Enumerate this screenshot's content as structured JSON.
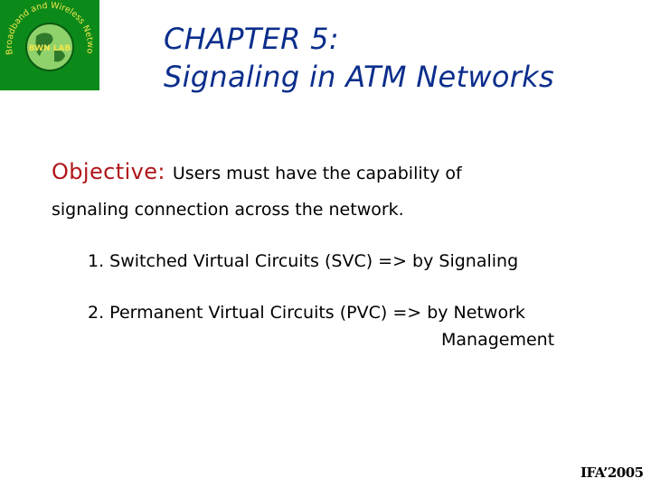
{
  "logo": {
    "arc_text": "Broadband and Wireless Networking Laboratory",
    "center_text": "BWN LAB",
    "bg_color": "#0b8a1a"
  },
  "title": {
    "line1": "CHAPTER 5:",
    "line2": "Signaling in ATM Networks",
    "color": "#0b2e8c"
  },
  "objective": {
    "label": "Objective:",
    "text": "Users must have the capability of",
    "continuation": "signaling connection across the network.",
    "label_color": "#b0161a"
  },
  "items": [
    {
      "text": "1. Switched Virtual Circuits (SVC) => by Signaling"
    },
    {
      "text": "2. Permanent Virtual Circuits (PVC) => by Network",
      "continuation": "Management"
    }
  ],
  "footer": {
    "mark": "IFA’2005"
  }
}
